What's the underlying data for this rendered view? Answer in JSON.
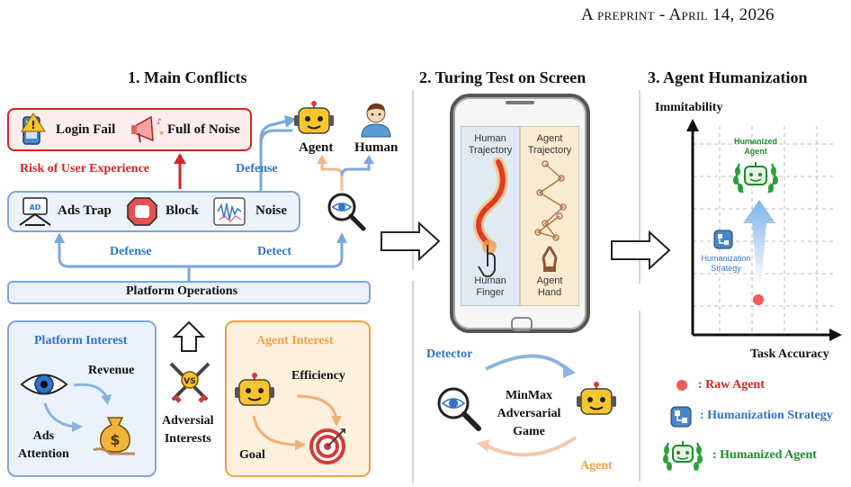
{
  "header": "A preprint - April 14, 2026",
  "panel1": {
    "title": "1.  Main Conflicts",
    "login_fail": "Login Fail",
    "full_of_noise": "Full of Noise",
    "risk": "Risk of User Experience",
    "ads_trap": "Ads Trap",
    "block": "Block",
    "noise": "Noise",
    "defense_top": "Defense",
    "agent": "Agent",
    "human": "Human",
    "defense_bottom": "Defense",
    "detect": "Detect",
    "platform_operations": "Platform  Operations",
    "platform_interest": "Platform Interest",
    "revenue": "Revenue",
    "ads_attention": "Ads\nAttention",
    "adversial_interests": "Adversial\nInterests",
    "agent_interest": "Agent Interest",
    "efficiency": "Efficiency",
    "goal": "Goal"
  },
  "panel2": {
    "title": "2.  Turing Test on Screen",
    "human_trajectory": "Human\nTrajectory",
    "agent_trajectory": "Agent\nTrajectory",
    "human_finger": "Human\nFinger",
    "agent_hand": "Agent\nHand",
    "detector": "Detector",
    "game": "MinMax\nAdversarial\nGame",
    "agent": "Agent"
  },
  "panel3": {
    "title": "3.  Agent Humanization",
    "y_axis": "Immitability",
    "x_axis": "Task Accuracy",
    "humanized_agent_label": "Humanized\nAgent",
    "strategy_label": "Humanization\nStrategy",
    "legend_raw": ": Raw Agent",
    "legend_strategy": ": Humanization Strategy",
    "legend_humanized": ": Humanized Agent"
  },
  "colors": {
    "blue": "#2f74c8",
    "light_blue_fill": "#eaf3fb",
    "red": "#d42323",
    "orange": "#f0a040",
    "light_orange_fill": "#fdf1de",
    "green": "#1f8a2a",
    "raw_dot": "#f05a5a"
  }
}
